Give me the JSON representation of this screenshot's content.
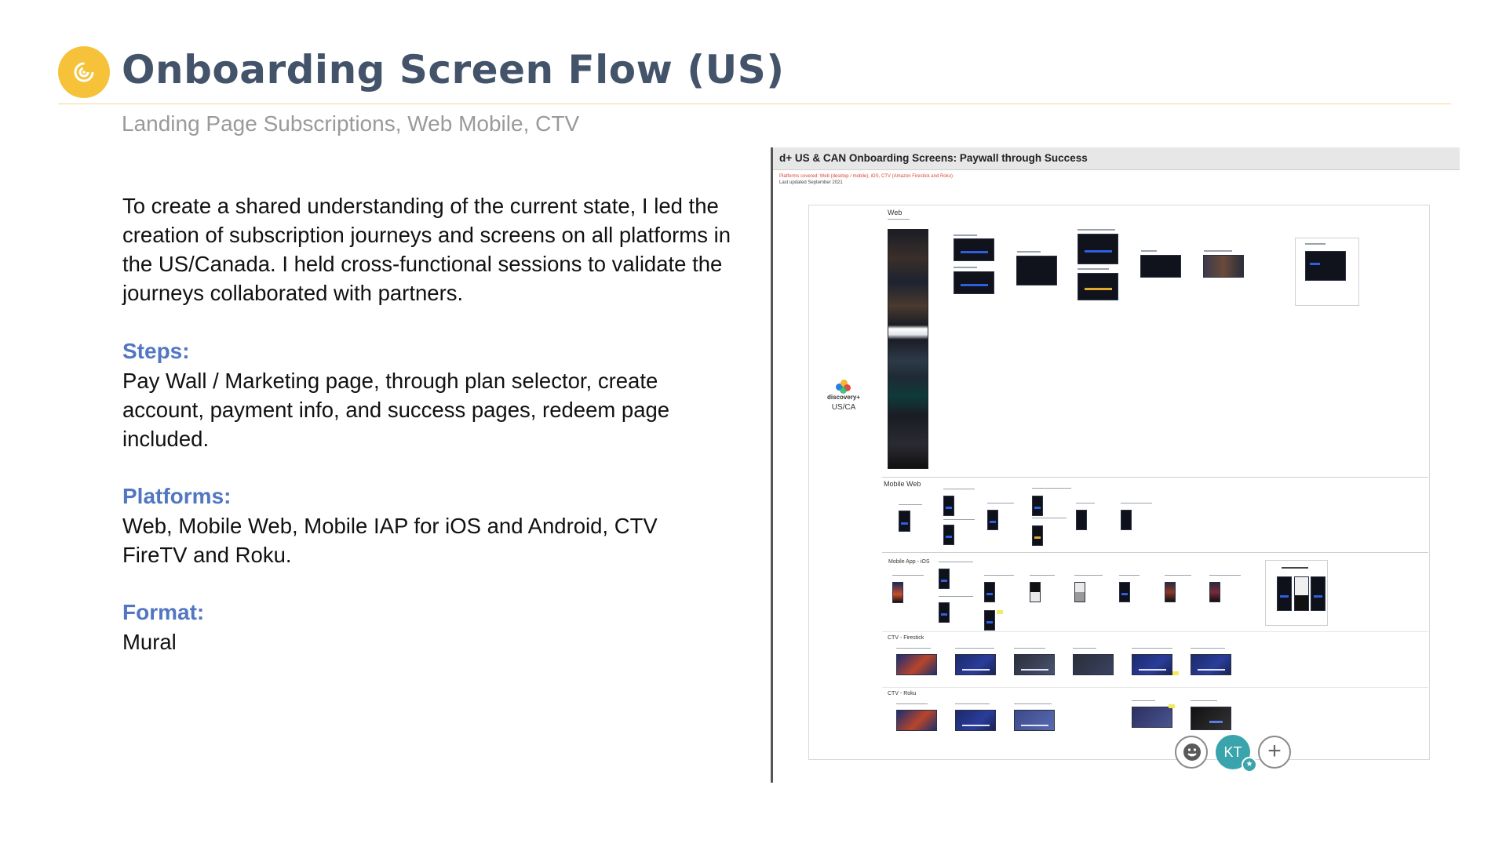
{
  "header": {
    "title": "Onboarding Screen Flow (US)",
    "subtitle": "Landing Page Subscriptions, Web Mobile, CTV",
    "logo_icon": "target-swirl-icon",
    "accent_color": "#f5c23a"
  },
  "content": {
    "intro": "To create a shared understanding of the current state, I led the creation of subscription journeys and screens on all platforms in the US/Canada. I held cross-functional sessions to validate the journeys collaborated with partners.",
    "steps_heading": "Steps:",
    "steps_text": "Pay Wall / Marketing page, through plan selector, create account, payment info, and success pages,  redeem page included.",
    "platforms_heading": "Platforms:",
    "platforms_text": "Web, Mobile Web, Mobile IAP for iOS and Android, CTV FireTV and Roku.",
    "format_heading": "Format:",
    "format_text": "Mural",
    "heading_color": "#5276c2"
  },
  "board": {
    "title": "d+ US & CAN Onboarding Screens: Paywall through Success",
    "meta_platforms": "Platforms covered: Web (desktop / mobile), iOS, CTV (Amazon Firestick and Roku)",
    "meta_updated": "Last updated September 2021",
    "brand_name": "discovery+",
    "brand_region": "US/CA",
    "lanes": {
      "web": "Web",
      "mobile_web": "Mobile Web",
      "mobile_app_ios": "Mobile App - iOS",
      "ctv_firestick": "CTV - Firestick",
      "ctv_roku": "CTV - Roku"
    }
  },
  "toolbar": {
    "reaction_icon": "emoji-icon",
    "avatar_initials": "KT",
    "add_icon": "plus-icon",
    "add_label": "+"
  }
}
